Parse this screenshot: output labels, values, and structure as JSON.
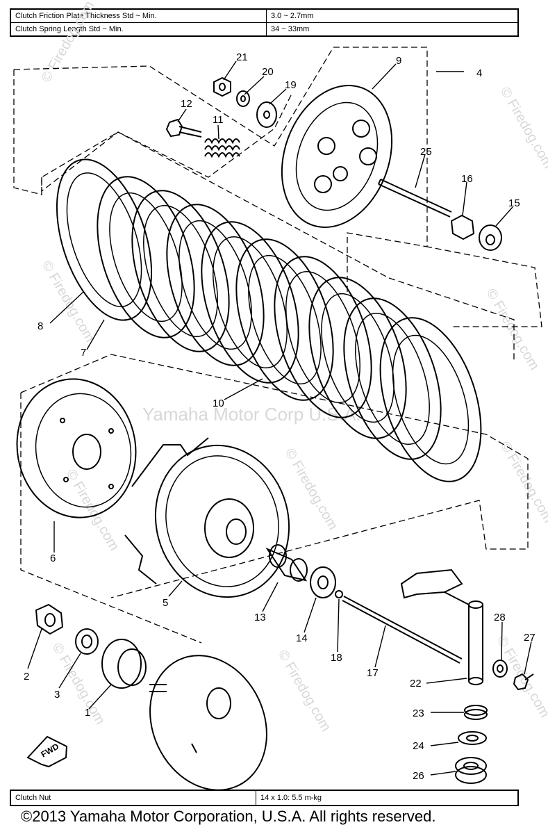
{
  "specs": [
    {
      "label": "Clutch Friction Plate Thickness Std ~ Min.",
      "value": "3.0 ~ 2.7mm"
    },
    {
      "label": "Clutch Spring Length Std ~ Min.",
      "value": "34 ~ 33mm"
    }
  ],
  "bottom_spec": {
    "label": "Clutch Nut",
    "value": "14 x 1.0: 5.5 m-kg"
  },
  "callouts": [
    "1",
    "2",
    "3",
    "4",
    "5",
    "6",
    "7",
    "8",
    "9",
    "10",
    "11",
    "12",
    "13",
    "14",
    "15",
    "16",
    "17",
    "18",
    "19",
    "20",
    "21",
    "22",
    "23",
    "24",
    "25",
    "26",
    "27",
    "28"
  ],
  "fwd_label": "FWD",
  "watermark_text": "© Firedog.com",
  "center_watermark": "Yamaha Motor Corp U.S.A.",
  "copyright": "©2013 Yamaha Motor Corporation, U.S.A. All rights reserved."
}
